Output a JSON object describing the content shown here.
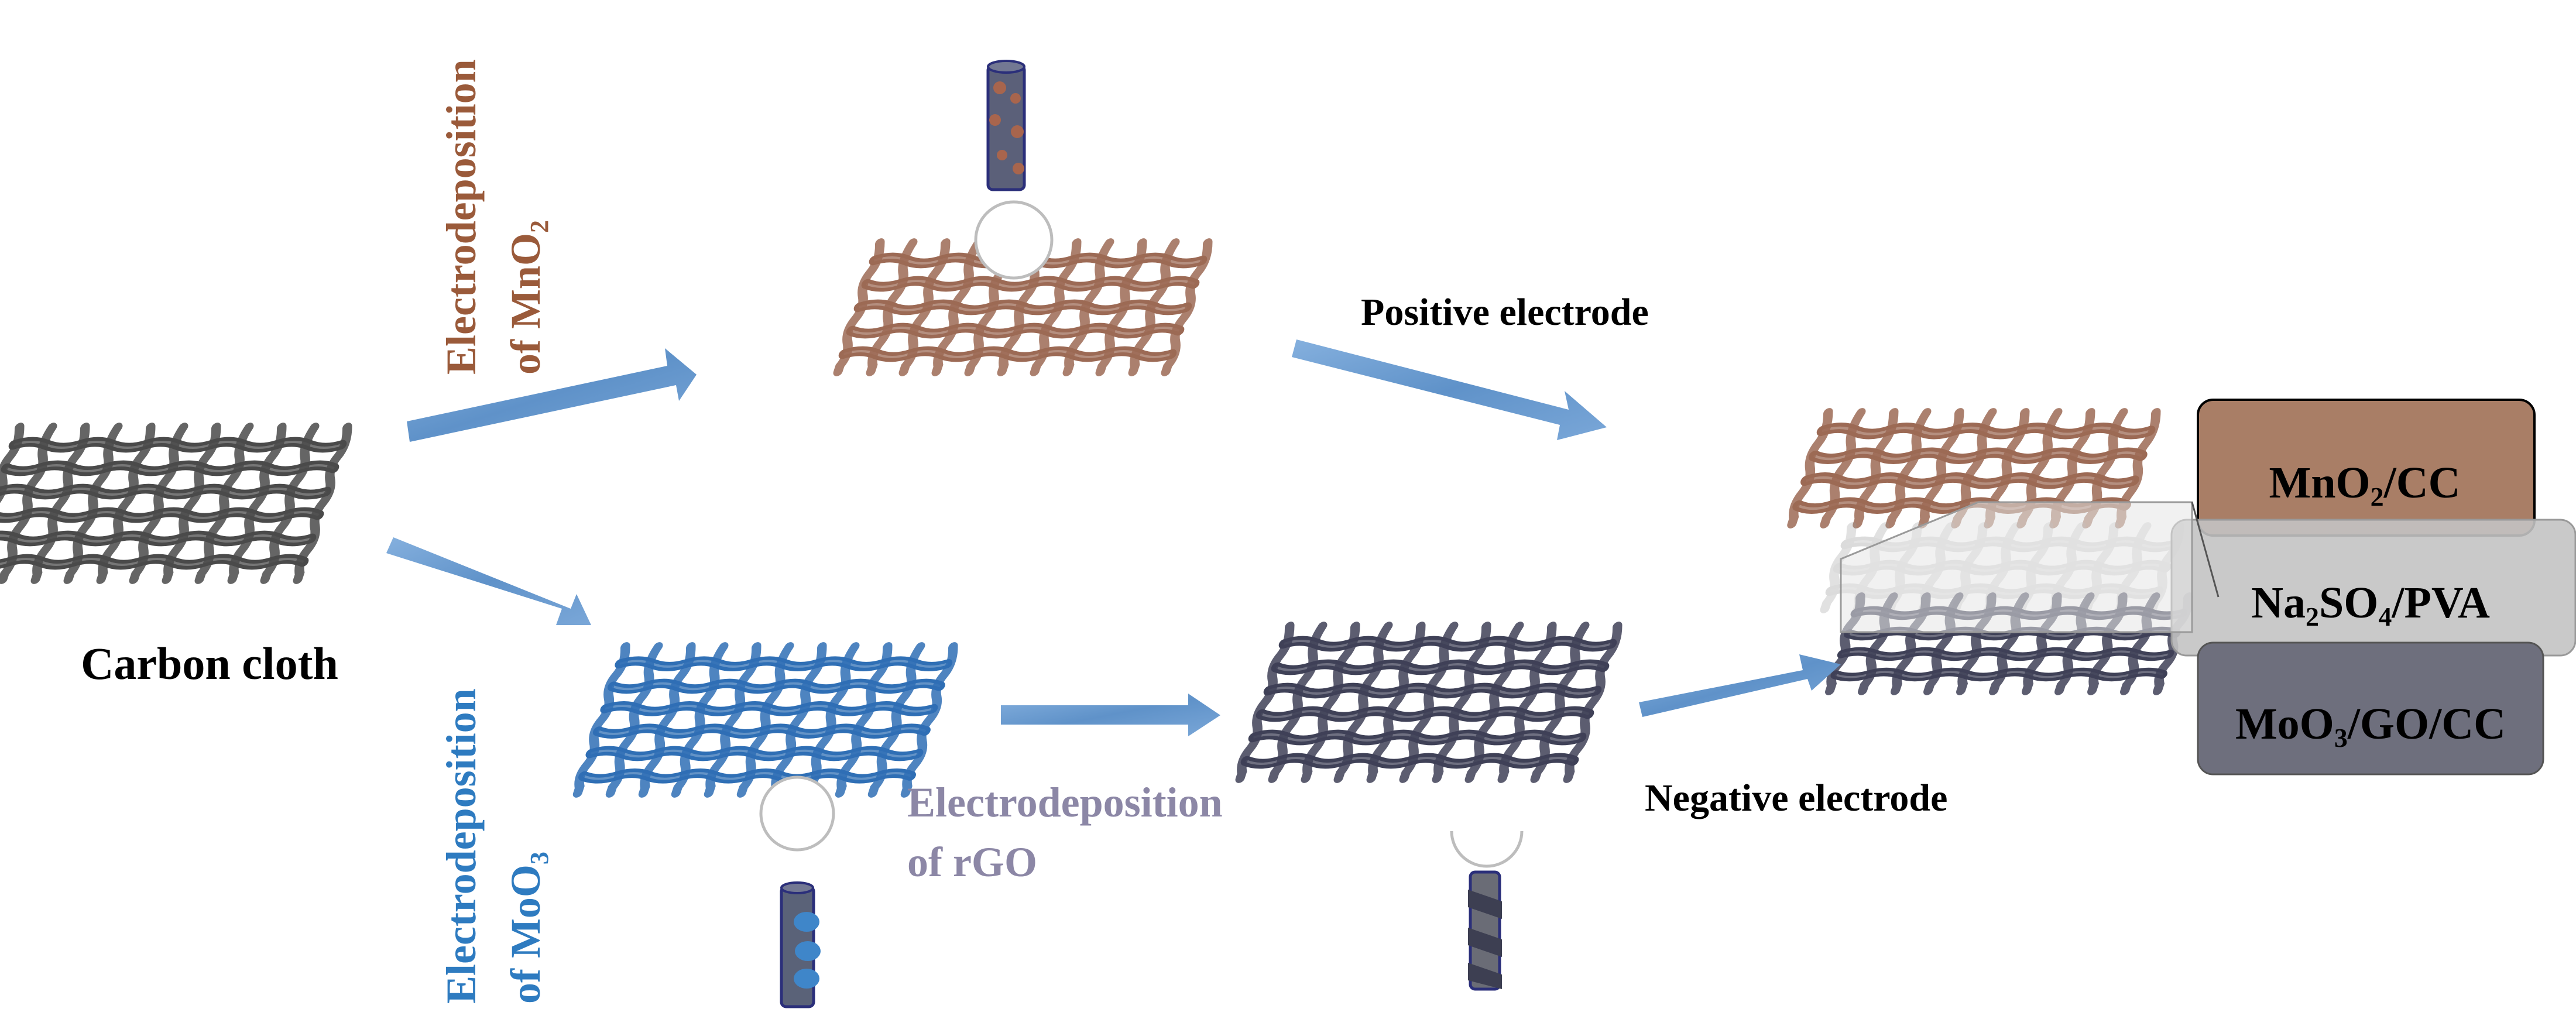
{
  "labels": {
    "carbon_cloth": "Carbon cloth",
    "electrodeposition_mno2": {
      "line1": "Electrodeposition",
      "line2_prefix": "of MnO",
      "line2_sub": "2"
    },
    "electrodeposition_moo3": {
      "line1": "Electrodeposition",
      "line2_prefix": "of MoO",
      "line2_sub": "3"
    },
    "electrodeposition_rgo": {
      "line1": "Electrodeposition",
      "line2": "of rGO"
    },
    "positive_electrode": "Positive electrode",
    "negative_electrode": "Negative electrode"
  },
  "stack": {
    "top": {
      "prefix": "MnO",
      "sub": "2",
      "suffix": "/CC"
    },
    "middle": {
      "prefix": "Na",
      "sub1": "2",
      "mid": "SO",
      "sub2": "4",
      "suffix": "/PVA"
    },
    "bottom": {
      "prefix": "MoO",
      "sub": "3",
      "suffix": "/GO/CC"
    }
  },
  "colors": {
    "arrow": "#6f9fd1",
    "mno2_text": "#9a5a3a",
    "moo3_text": "#2e7bc0",
    "rgo_text": "#8c87a6",
    "cloth_gray": "#4a4a4a",
    "cloth_brown": "#9c6a55",
    "cloth_blue": "#2f6fb5",
    "cloth_navy": "#3f4157",
    "box_top": "#a97e66",
    "box_mid": "#c3c3c3",
    "box_bottom": "#6e6f7d"
  }
}
